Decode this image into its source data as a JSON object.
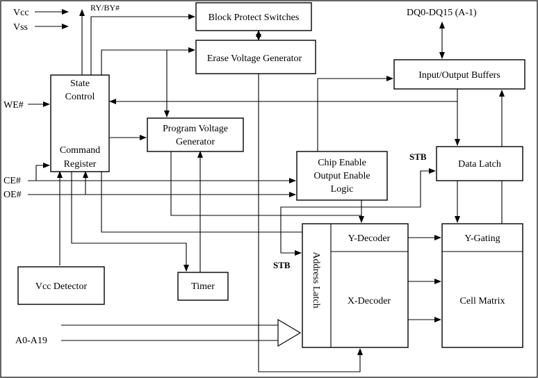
{
  "signals": {
    "vcc": "Vcc",
    "vss": "Vss",
    "ry_by": "RY/BY#",
    "we": "WE#",
    "ce": "CE#",
    "oe": "OE#",
    "address": "A0-A19",
    "dq": "DQ0-DQ15 (A-1)",
    "stb_top": "STB",
    "stb_bottom": "STB"
  },
  "blocks": {
    "block_protect": "Block Protect  Switches",
    "erase_voltage": "Erase Voltage Generator",
    "io_buffers": "Input/Output Buffers",
    "state_control": [
      "State",
      "Control"
    ],
    "command_register": [
      "Command",
      "Register"
    ],
    "program_voltage": [
      "Program Voltage",
      "Generator"
    ],
    "chip_enable": [
      "Chip Enable",
      "Output Enable",
      "Logic"
    ],
    "data_latch": "Data Latch",
    "y_decoder": "Y-Decoder",
    "y_gating": "Y-Gating",
    "address_latch": "Address Latch",
    "x_decoder": "X-Decoder",
    "cell_matrix": "Cell Matrix",
    "vcc_detector": "Vcc Detector",
    "timer": "Timer"
  }
}
